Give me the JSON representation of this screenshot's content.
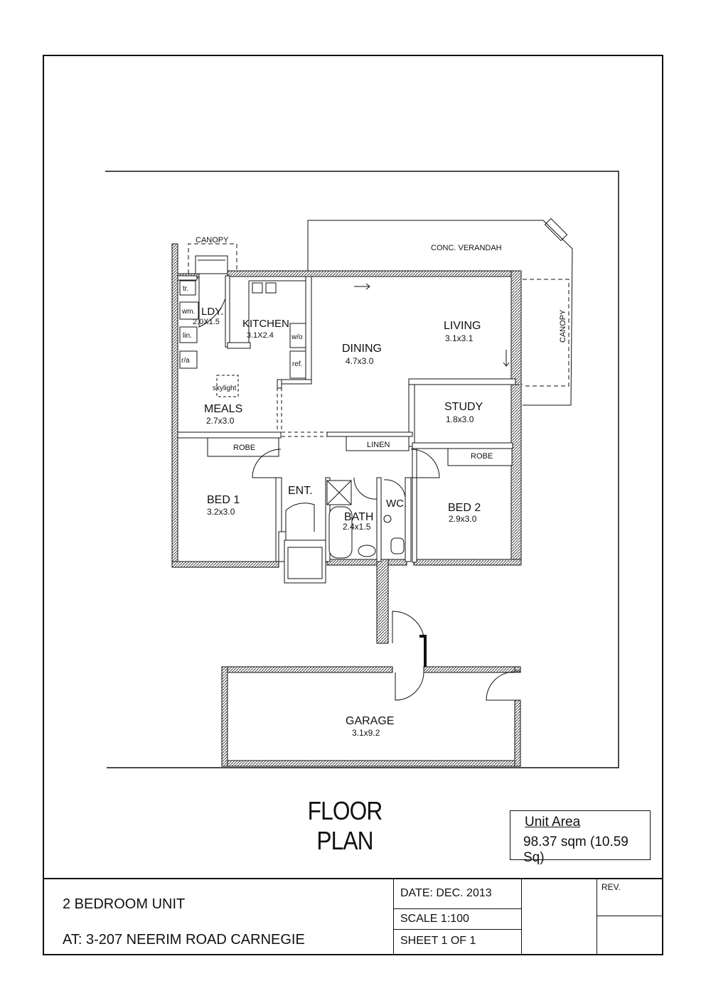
{
  "rooms": {
    "ldy": {
      "name": "LDY.",
      "dims": "2.0X1.5"
    },
    "kitchen": {
      "name": "KITCHEN",
      "dims": "3.1X2.4"
    },
    "dining": {
      "name": "DINING",
      "dims": "4.7x3.0"
    },
    "living": {
      "name": "LIVING",
      "dims": "3.1x3.1"
    },
    "study": {
      "name": "STUDY",
      "dims": "1.8x3.0"
    },
    "meals": {
      "name": "MEALS",
      "dims": "2.7x3.0"
    },
    "bed1": {
      "name": "BED 1",
      "dims": "3.2x3.0"
    },
    "bed2": {
      "name": "BED 2",
      "dims": "2.9x3.0"
    },
    "ent": {
      "name": "ENT."
    },
    "bath": {
      "name": "BATH",
      "dims": "2.4x1.5"
    },
    "wc": {
      "name": "WC."
    },
    "garage": {
      "name": "GARAGE",
      "dims": "3.1x9.2"
    }
  },
  "fixtures": {
    "canopy_top": "CANOPY",
    "canopy_side": "CANOPY",
    "verandah": "CONC. VERANDAH",
    "tr": "tr.",
    "wm": "wm.",
    "lin": "lin.",
    "ra": "r/a",
    "wo": "w/o",
    "ref": "ref.",
    "skylight": "skylight",
    "robe1": "ROBE",
    "robe2": "ROBE",
    "linen": "LINEN"
  },
  "title": "FLOOR PLAN",
  "unit_area": {
    "label": "Unit Area",
    "value": "98.37 sqm  (10.59 Sq)"
  },
  "title_block": {
    "description": "2 BEDROOM UNIT",
    "address": "AT: 3-207 NEERIM ROAD CARNEGIE",
    "date": "DATE: DEC. 2013",
    "scale": "SCALE 1:100",
    "sheet": "SHEET  1  OF  1",
    "rev": "REV."
  }
}
